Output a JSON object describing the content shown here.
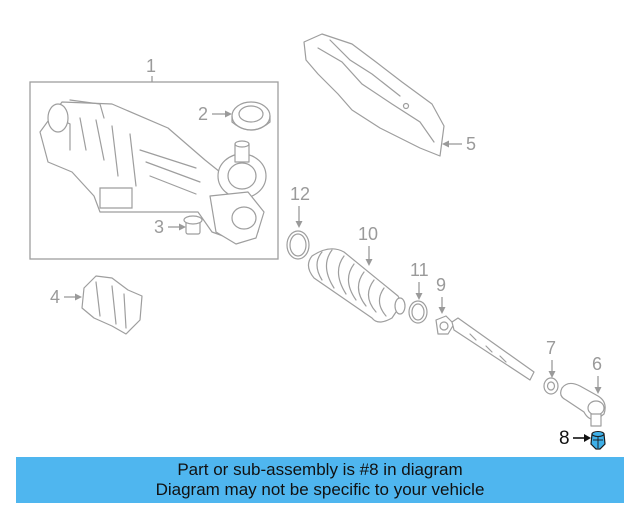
{
  "diagram": {
    "callouts": {
      "c1": "1",
      "c2": "2",
      "c3": "3",
      "c4": "4",
      "c5": "5",
      "c6": "6",
      "c7": "7",
      "c8": "8",
      "c9": "9",
      "c10": "10",
      "c11": "11",
      "c12": "12"
    },
    "highlighted_part": "8",
    "colors": {
      "line": "#9e9e9e",
      "label": "#9a9a9a",
      "highlight_fill": "#3fb0e8",
      "banner_bg": "#4fb6ef",
      "highlight_label": "#111111"
    }
  },
  "banner": {
    "line1": "Part or sub-assembly is #8 in diagram",
    "line2": "Diagram may not be specific to your vehicle"
  }
}
